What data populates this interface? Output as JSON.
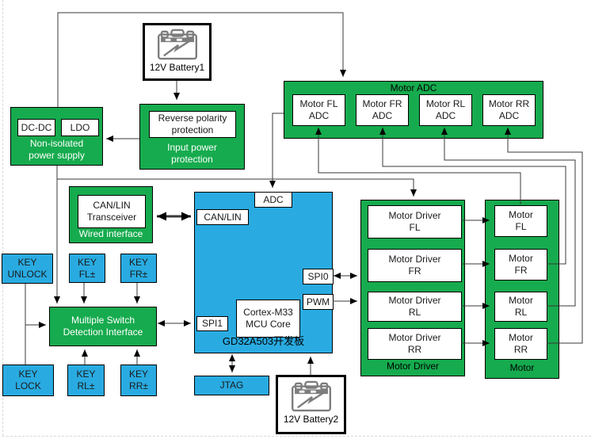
{
  "colors": {
    "green": "#16ab4e",
    "cyan": "#29abe2",
    "line": "#383838",
    "arrow": "#000000",
    "battery_icon_gray": "#7d7d7d"
  },
  "nodes": {
    "battery1": {
      "label": "12V Battery1"
    },
    "battery2": {
      "label": "12V Battery2"
    },
    "input_protection": {
      "device": "Reverse polarity\nprotection",
      "label": "Input power\nprotection"
    },
    "power_supply": {
      "dcdc": "DC-DC",
      "ldo": "LDO",
      "label": "Non-isolated\npower supply"
    },
    "motor_adc": {
      "title": "Motor ADC",
      "channels": [
        "Motor FL\nADC",
        "Motor FR\nADC",
        "Motor RL\nADC",
        "Motor RR\nADC"
      ]
    },
    "wired_interface": {
      "device": "CAN/LIN\nTransceiver",
      "label": "Wired interface"
    },
    "switch_interface": {
      "label": "Multiple Switch\nDetection Interface"
    },
    "keys": {
      "unlock": "KEY\nUNLOCK",
      "fl": "KEY\nFL±",
      "fr": "KEY\nFR±",
      "lock": "KEY\nLOCK",
      "rl": "KEY\nRL±",
      "rr": "KEY\nRR±"
    },
    "mcu": {
      "board": "GD32A503开发板",
      "core": "Cortex-M33\nMCU Core",
      "adc": "ADC",
      "canlin": "CAN/LIN",
      "spi0": "SPI0",
      "pwm": "PWM",
      "spi1": "SPI1"
    },
    "jtag": {
      "label": "JTAG"
    },
    "motor_driver": {
      "label": "Motor Driver",
      "channels": [
        "Motor Driver\nFL",
        "Motor Driver\nFR",
        "Motor Driver\nRL",
        "Motor Driver\nRR"
      ]
    },
    "motor": {
      "label": "Motor",
      "channels": [
        "Motor\nFL",
        "Motor\nFR",
        "Motor\nRL",
        "Motor\nRR"
      ]
    }
  }
}
